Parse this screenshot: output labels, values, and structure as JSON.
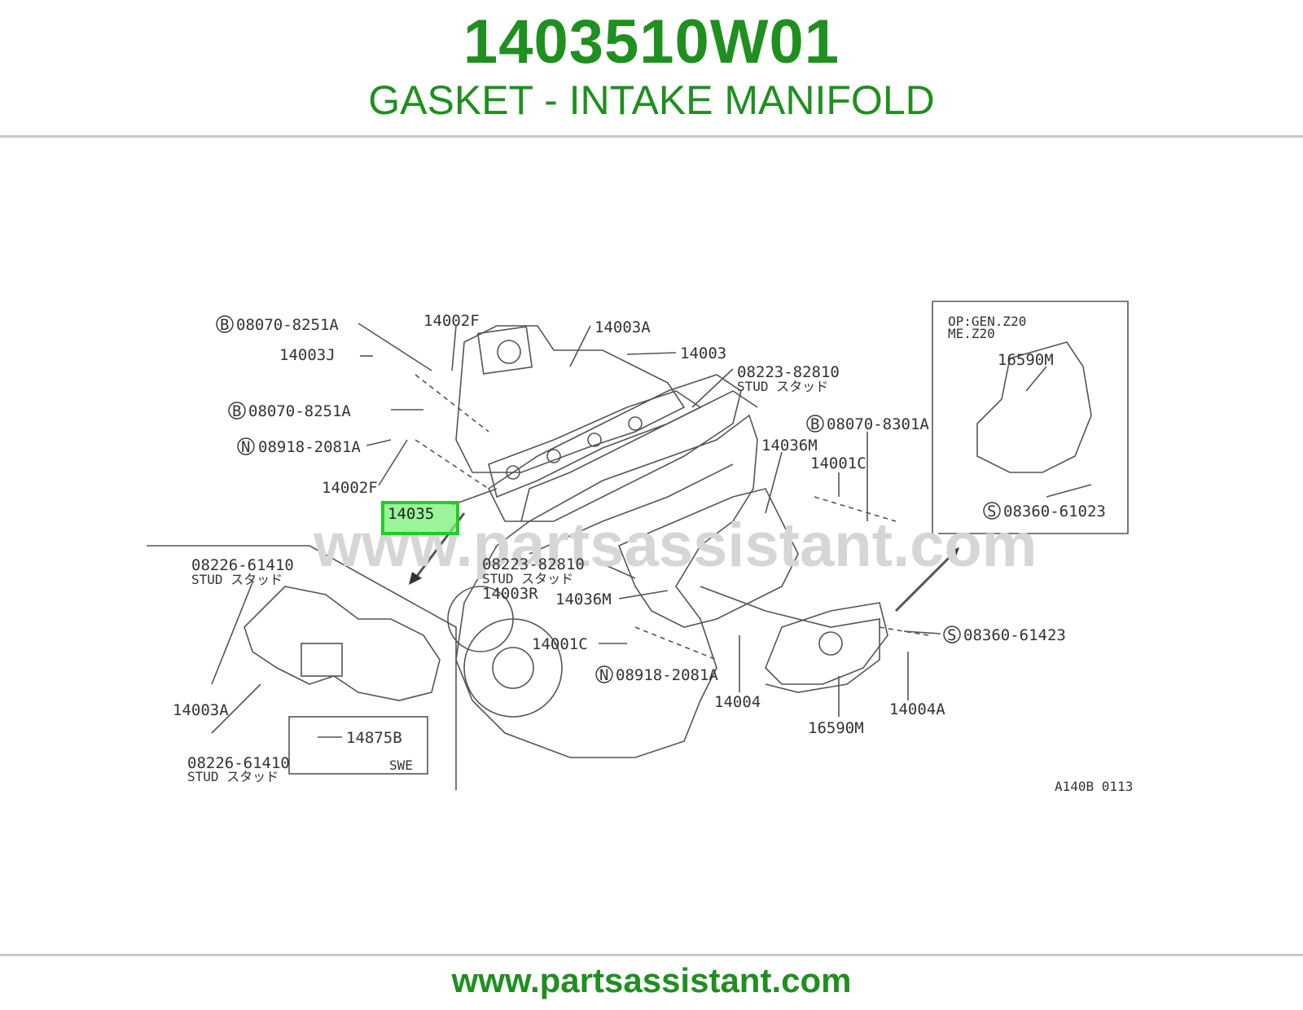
{
  "header": {
    "part_number": "1403510W01",
    "description": "GASKET - INTAKE MANIFOLD"
  },
  "footer": {
    "site": "www.partsassistant.com"
  },
  "watermark": "www.partsassistant.com",
  "highlight": {
    "label": "14035",
    "color": "#22cc22"
  },
  "inset": {
    "option_line1": "OP:GEN.Z20",
    "option_line2": "ME.Z20"
  },
  "diagram_code": "A140B 0113",
  "labels": {
    "b1": "08070-8251A",
    "p14003J": "14003J",
    "p14002F_top": "14002F",
    "p14003A_top": "14003A",
    "p14003": "14003",
    "stud1_num": "08223-82810",
    "stud1_txt": "STUD スタッド",
    "b2": "08070-8251A",
    "n1": "08918-2081A",
    "p14002F_mid": "14002F",
    "b3": "08070-8301A",
    "p14036M_top": "14036M",
    "p14001C_top": "14001C",
    "inset_16590M": "16590M",
    "s1": "08360-61023",
    "stud2_num": "08223-82810",
    "stud2_txt": "STUD スタッド",
    "p14003R": "14003R",
    "p14036M_low": "14036M",
    "p14001C_low": "14001C",
    "n2": "08918-2081A",
    "s2": "08360-61423",
    "p14004": "14004",
    "p14004A": "14004A",
    "p16590M": "16590M",
    "stud3_num": "08226-61410",
    "stud3_txt": "STUD スタッド",
    "p14003A_left": "14003A",
    "p14875B": "14875B",
    "swe": "SWE",
    "stud4_num": "08226-61410",
    "stud4_txt": "STUD スタッド"
  },
  "circle_marks": {
    "bolt": "B",
    "nut": "N",
    "screw": "S"
  }
}
